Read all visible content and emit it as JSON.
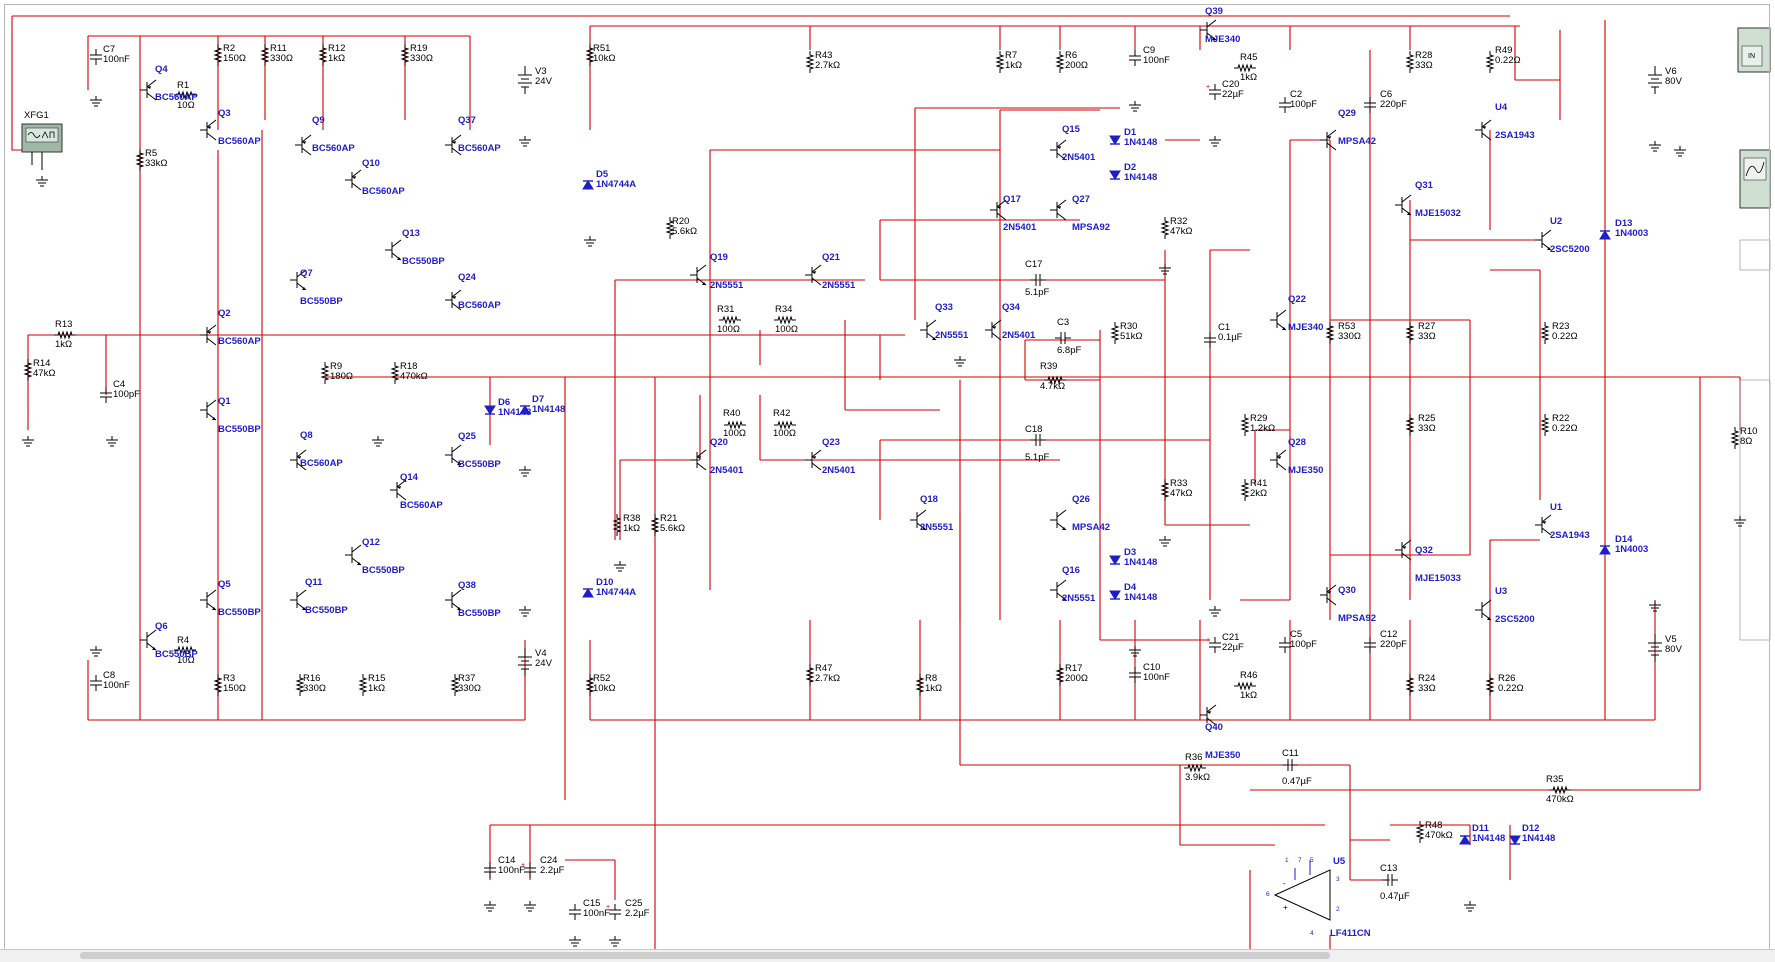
{
  "components": [
    {
      "ref": "C7",
      "value": "100nF"
    },
    {
      "ref": "R2",
      "value": "150Ω"
    },
    {
      "ref": "R11",
      "value": "330Ω"
    },
    {
      "ref": "R12",
      "value": "1kΩ"
    },
    {
      "ref": "R19",
      "value": "330Ω"
    },
    {
      "ref": "V3",
      "value": "24V"
    },
    {
      "ref": "R51",
      "value": "10kΩ"
    },
    {
      "ref": "R43",
      "value": "2.7kΩ"
    },
    {
      "ref": "Q39",
      "value": "MJE340"
    },
    {
      "ref": "R7",
      "value": "1kΩ"
    },
    {
      "ref": "R6",
      "value": "200Ω"
    },
    {
      "ref": "C9",
      "value": "100nF"
    },
    {
      "ref": "R45",
      "value": "1kΩ"
    },
    {
      "ref": "C20",
      "value": "22µF"
    },
    {
      "ref": "R28",
      "value": "33Ω"
    },
    {
      "ref": "R49",
      "value": "0.22Ω"
    },
    {
      "ref": "V6",
      "value": "80V"
    },
    {
      "ref": "Q4",
      "value": "BC560AP"
    },
    {
      "ref": "R1",
      "value": "10Ω"
    },
    {
      "ref": "Q3",
      "value": "BC560AP"
    },
    {
      "ref": "R5",
      "value": "33kΩ"
    },
    {
      "ref": "Q9",
      "value": "BC560AP"
    },
    {
      "ref": "Q10",
      "value": "BC560AP"
    },
    {
      "ref": "Q13",
      "value": "BC550BP"
    },
    {
      "ref": "Q37",
      "value": "BC560AP"
    },
    {
      "ref": "Q24",
      "value": "BC560AP"
    },
    {
      "ref": "D5",
      "value": "1N4744A"
    },
    {
      "ref": "R20",
      "value": "5.6kΩ"
    },
    {
      "ref": "Q15",
      "value": "2N5401"
    },
    {
      "ref": "D1",
      "value": "1N4148"
    },
    {
      "ref": "D2",
      "value": "1N4148"
    },
    {
      "ref": "Q17",
      "value": "2N5401"
    },
    {
      "ref": "Q27",
      "value": "MPSA92"
    },
    {
      "ref": "R32",
      "value": "47kΩ"
    },
    {
      "ref": "C2",
      "value": "100pF"
    },
    {
      "ref": "C6",
      "value": "220pF"
    },
    {
      "ref": "Q29",
      "value": "MPSA42"
    },
    {
      "ref": "U4",
      "value": "2SA1943"
    },
    {
      "ref": "Q31",
      "value": "MJE15032"
    },
    {
      "ref": "U2",
      "value": "2SC5200"
    },
    {
      "ref": "D13",
      "value": "1N4003"
    },
    {
      "ref": "Q19",
      "value": "2N5551"
    },
    {
      "ref": "Q21",
      "value": "2N5551"
    },
    {
      "ref": "R31",
      "value": "100Ω"
    },
    {
      "ref": "R34",
      "value": "100Ω"
    },
    {
      "ref": "C17",
      "value": "5.1pF"
    },
    {
      "ref": "Q7",
      "value": "BC550BP"
    },
    {
      "ref": "Q2",
      "value": "BC560AP"
    },
    {
      "ref": "R13",
      "value": "1kΩ"
    },
    {
      "ref": "R14",
      "value": "47kΩ"
    },
    {
      "ref": "C4",
      "value": "100pF"
    },
    {
      "ref": "R9",
      "value": "180Ω"
    },
    {
      "ref": "R18",
      "value": "470kΩ"
    },
    {
      "ref": "Q33",
      "value": "2N5551"
    },
    {
      "ref": "Q34",
      "value": "2N5401"
    },
    {
      "ref": "C3",
      "value": "6.8pF"
    },
    {
      "ref": "R39",
      "value": "4.7kΩ"
    },
    {
      "ref": "R30",
      "value": "51kΩ"
    },
    {
      "ref": "C1",
      "value": "0.1µF"
    },
    {
      "ref": "Q22",
      "value": "MJE340"
    },
    {
      "ref": "R53",
      "value": "330Ω"
    },
    {
      "ref": "R27",
      "value": "33Ω"
    },
    {
      "ref": "R23",
      "value": "0.22Ω"
    },
    {
      "ref": "Q1",
      "value": "BC550BP"
    },
    {
      "ref": "D6",
      "value": "1N4148"
    },
    {
      "ref": "D7",
      "value": "1N4148"
    },
    {
      "ref": "Q8",
      "value": "BC560AP"
    },
    {
      "ref": "Q25",
      "value": "BC550BP"
    },
    {
      "ref": "Q14",
      "value": "BC560AP"
    },
    {
      "ref": "R40",
      "value": "100Ω"
    },
    {
      "ref": "R42",
      "value": "100Ω"
    },
    {
      "ref": "Q20",
      "value": "2N5401"
    },
    {
      "ref": "Q23",
      "value": "2N5401"
    },
    {
      "ref": "C18",
      "value": "5.1pF"
    },
    {
      "ref": "R29",
      "value": "1.2kΩ"
    },
    {
      "ref": "Q28",
      "value": "MJE350"
    },
    {
      "ref": "R41",
      "value": "2kΩ"
    },
    {
      "ref": "R25",
      "value": "33Ω"
    },
    {
      "ref": "R22",
      "value": "0.22Ω"
    },
    {
      "ref": "R10",
      "value": "8Ω"
    },
    {
      "ref": "Q18",
      "value": "2N5551"
    },
    {
      "ref": "R33",
      "value": "47kΩ"
    },
    {
      "ref": "Q26",
      "value": "MPSA42"
    },
    {
      "ref": "D3",
      "value": "1N4148"
    },
    {
      "ref": "D4",
      "value": "1N4148"
    },
    {
      "ref": "Q16",
      "value": "2N5551"
    },
    {
      "ref": "R38",
      "value": "1kΩ"
    },
    {
      "ref": "R21",
      "value": "5.6kΩ"
    },
    {
      "ref": "D10",
      "value": "1N4744A"
    },
    {
      "ref": "Q12",
      "value": "BC550BP"
    },
    {
      "ref": "Q11",
      "value": "BC550BP"
    },
    {
      "ref": "Q38",
      "value": "BC550BP"
    },
    {
      "ref": "Q5",
      "value": "BC550BP"
    },
    {
      "ref": "Q6",
      "value": "BC550BP"
    },
    {
      "ref": "R4",
      "value": "10Ω"
    },
    {
      "ref": "U1",
      "value": "2SA1943"
    },
    {
      "ref": "D14",
      "value": "1N4003"
    },
    {
      "ref": "Q32",
      "value": "MJE15033"
    },
    {
      "ref": "Q30",
      "value": "MPSA92"
    },
    {
      "ref": "U3",
      "value": "2SC5200"
    },
    {
      "ref": "C5",
      "value": "100pF"
    },
    {
      "ref": "C12",
      "value": "220pF"
    },
    {
      "ref": "C21",
      "value": "22µF"
    },
    {
      "ref": "R46",
      "value": "1kΩ"
    },
    {
      "ref": "V5",
      "value": "80V"
    },
    {
      "ref": "C8",
      "value": "100nF"
    },
    {
      "ref": "R3",
      "value": "150Ω"
    },
    {
      "ref": "R16",
      "value": "330Ω"
    },
    {
      "ref": "R15",
      "value": "1kΩ"
    },
    {
      "ref": "R37",
      "value": "330Ω"
    },
    {
      "ref": "V4",
      "value": "24V"
    },
    {
      "ref": "R52",
      "value": "10kΩ"
    },
    {
      "ref": "R47",
      "value": "2.7kΩ"
    },
    {
      "ref": "R8",
      "value": "1kΩ"
    },
    {
      "ref": "R17",
      "value": "200Ω"
    },
    {
      "ref": "C10",
      "value": "100nF"
    },
    {
      "ref": "Q40",
      "value": "MJE350"
    },
    {
      "ref": "R24",
      "value": "33Ω"
    },
    {
      "ref": "R26",
      "value": "0.22Ω"
    },
    {
      "ref": "R36",
      "value": "3.9kΩ"
    },
    {
      "ref": "C11",
      "value": "0.47µF"
    },
    {
      "ref": "R35",
      "value": "470kΩ"
    },
    {
      "ref": "R48",
      "value": "470kΩ"
    },
    {
      "ref": "D11",
      "value": "1N4148"
    },
    {
      "ref": "D12",
      "value": "1N4148"
    },
    {
      "ref": "C13",
      "value": "0.47µF"
    },
    {
      "ref": "C14",
      "value": "100nF"
    },
    {
      "ref": "C24",
      "value": "2.2µF"
    },
    {
      "ref": "C15",
      "value": "100nF"
    },
    {
      "ref": "C25",
      "value": "2.2µF"
    },
    {
      "ref": "U5",
      "value": "LF411CN"
    }
  ],
  "instruments": {
    "function_generator": "XFG1",
    "oscilloscope_tag": "IN"
  },
  "opamp_pins": [
    "3",
    "2",
    "6",
    "4",
    "7",
    "5",
    "1"
  ]
}
